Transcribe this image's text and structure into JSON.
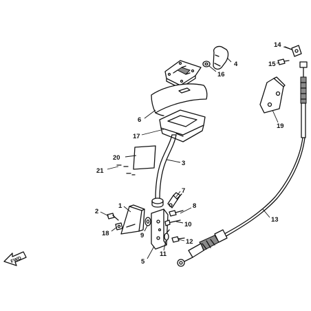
{
  "callouts": {
    "c1": "1",
    "c2": "2",
    "c3": "3",
    "c4": "4",
    "c5": "5",
    "c6": "6",
    "c7": "7",
    "c8": "8",
    "c9": "9",
    "c10": "10",
    "c11": "11",
    "c12": "12",
    "c13": "13",
    "c14": "14",
    "c15": "15",
    "c16": "16",
    "c17": "17",
    "c18": "18",
    "c19": "19",
    "c20": "20",
    "c21": "21"
  },
  "direction_indicator": {
    "label": "FWD"
  },
  "colors": {
    "line": "#111111",
    "background": "#ffffff",
    "shade": "#8a8a8a"
  }
}
